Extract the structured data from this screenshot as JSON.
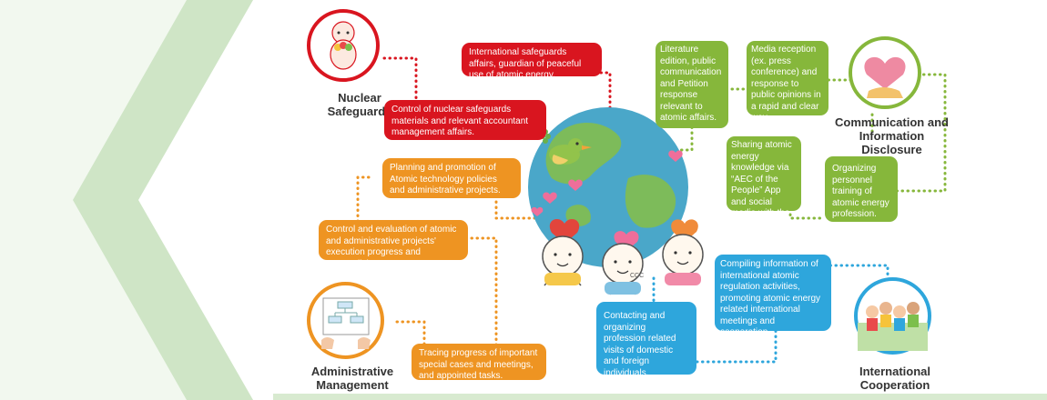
{
  "categories": {
    "nuclear": {
      "label": "Nuclear Safeguards",
      "color": "#d9151f"
    },
    "communication": {
      "label": "Communication and Information Disclosure",
      "color": "#86b73b"
    },
    "administrative": {
      "label": "Administrative Management",
      "color": "#ee9422"
    },
    "international": {
      "label": "International Cooperation",
      "color": "#2ea6dc"
    }
  },
  "boxes": {
    "red_top": "International safeguards affairs, guardian of peaceful use of atomic energy.",
    "red_mid": "Control of nuclear safeguards materials and relevant accountant management affairs.",
    "orange_1": "Planning and promotion of Atomic technology policies and administrative projects.",
    "orange_2": "Control and evaluation of atomic and administrative projects' execution progress and accomplishments.",
    "orange_3": "Tracing progress of important special cases and meetings, and appointed tasks.",
    "green_1": "Literature edition, public communication and Petition response relevant to atomic affairs.",
    "green_2": "Media reception (ex. press conference) and response to public opinions in a rapid and clear way.",
    "green_3": "Sharing atomic energy knowledge via “AEC of the People” App and social media with the public.",
    "green_4": "Organizing personnel training of atomic energy profession.",
    "blue_1": "Compiling information of international atomic regulation activities, promoting atomic energy related international meetings and cooperation.",
    "blue_2": "Contacting and organizing profession related visits of domestic and foreign individuals."
  },
  "illustration_labels": {
    "globe": "CCC"
  },
  "colors": {
    "red": "#d9151f",
    "orange": "#ee9422",
    "green": "#86b73b",
    "blue": "#2ea6dc",
    "background_stripe": "#d8ead0",
    "globe_ocean": "#4aa7c9",
    "globe_land": "#7dbb5a"
  },
  "icons": [
    "mascot-icon",
    "heart-hand-icon",
    "org-chart-hand-icon",
    "children-group-icon",
    "bird-icon",
    "globe-icon",
    "clover-icon"
  ]
}
